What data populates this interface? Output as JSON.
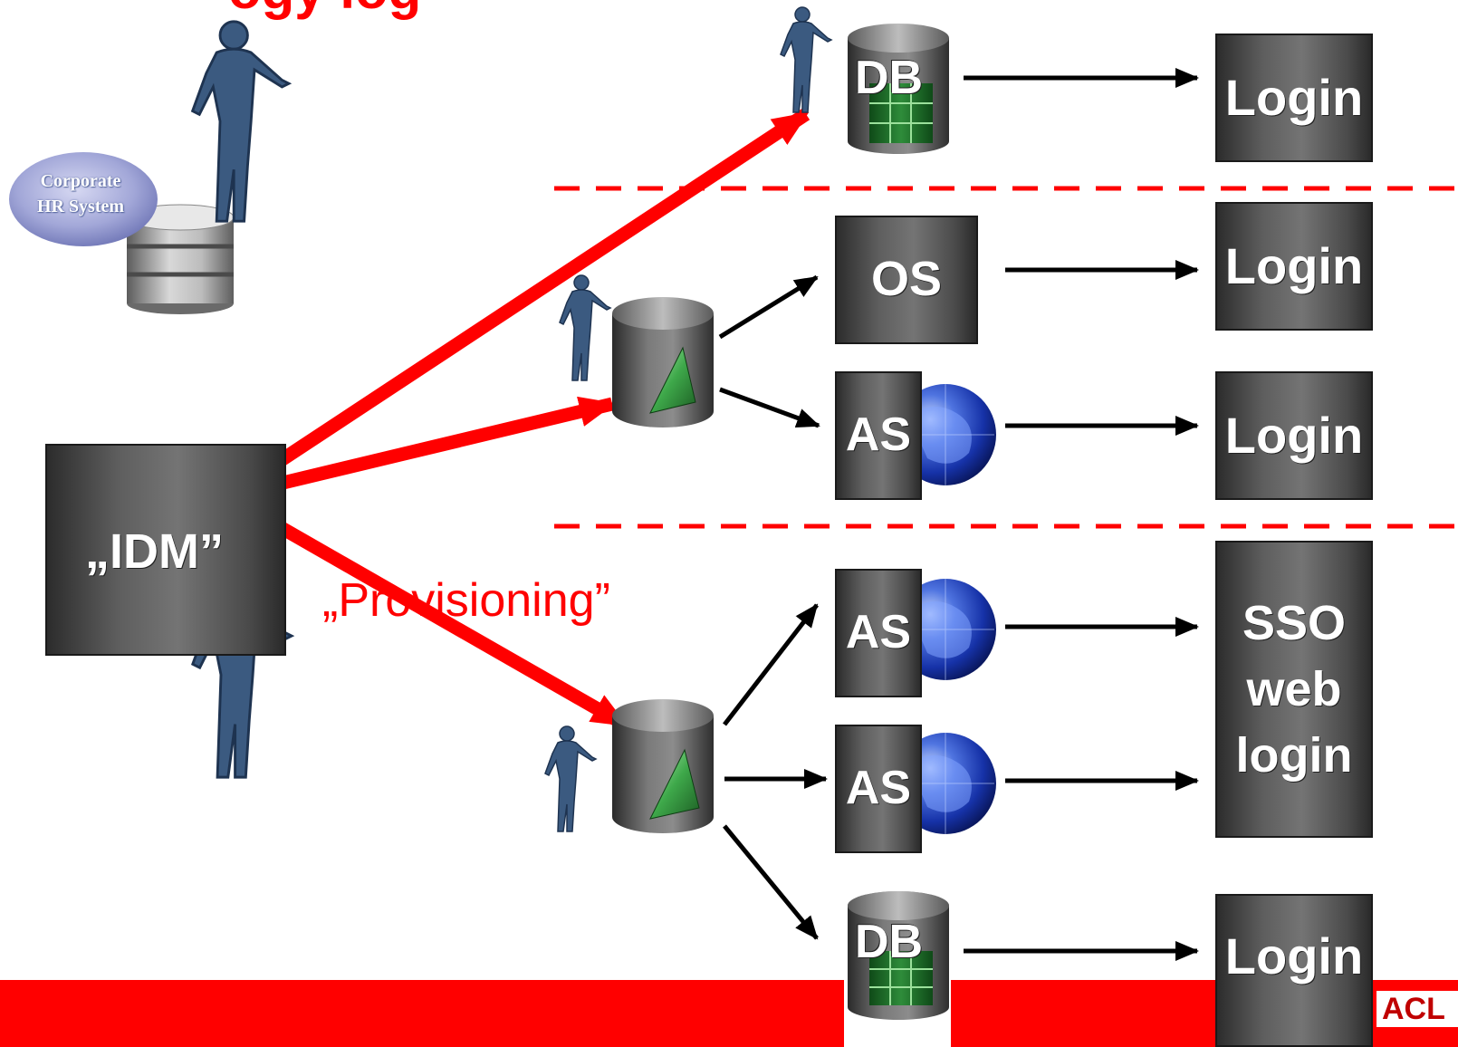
{
  "title_fragment": "ogy log",
  "hr_system": {
    "line1": "Corporate",
    "line2": "HR System"
  },
  "idm_label": "„IDM”",
  "provisioning_label": "„Provisioning”",
  "db_label": "DB",
  "os_label": "OS",
  "as_label": "AS",
  "login_label": "Login",
  "sso": {
    "line1": "SSO",
    "line2": "web",
    "line3": "login"
  },
  "logo_fragment": "ACL",
  "colors": {
    "accent_red": "#ff0000",
    "box_gray": "#5e5e5e",
    "person_blue": "#3b5a80",
    "arrow_black": "#000000"
  }
}
